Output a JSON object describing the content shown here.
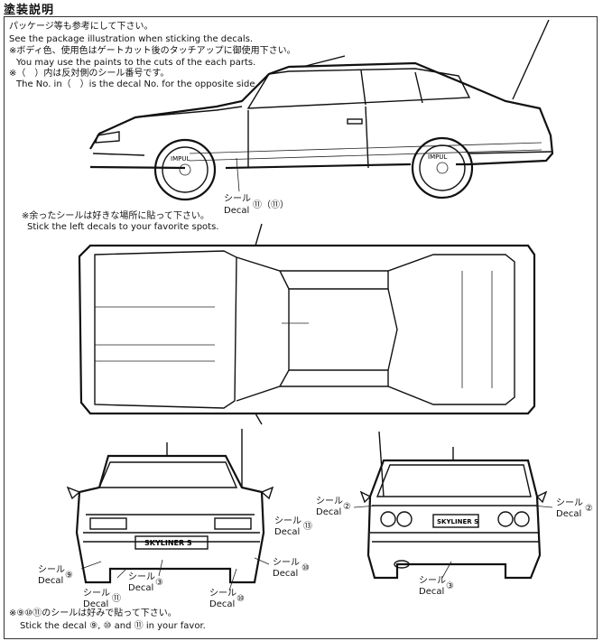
{
  "title": "塗装説明",
  "intro": {
    "line1": "パッケージ等も参考にして下さい。",
    "line2": "See the package illustration when sticking the decals.",
    "line3": "※ボディ色、使用色はゲートカット後のタッチアップに御使用下さい。",
    "line4": "You may use the paints to the cuts of the each parts.",
    "line5": "※（　）内は反対側のシール番号です。",
    "line6": "The No. in（　）is the decal No. for the opposite side."
  },
  "side_label": {
    "jp": "シール",
    "en": "Decal",
    "num": "⑪（⑪）"
  },
  "leftover": {
    "jp": "※余ったシールは好きな場所に貼って下さい。",
    "en": "Stick the left decals to your favorite spots."
  },
  "front_labels": {
    "l9": {
      "jp": "シール",
      "en": "Decal",
      "num": "⑨"
    },
    "l11a": {
      "jp": "シール",
      "en": "Decal",
      "num": "⑪"
    },
    "l3": {
      "jp": "シール",
      "en": "Decal",
      "num": "③"
    },
    "l10a": {
      "jp": "シール",
      "en": "Decal",
      "num": "⑩"
    },
    "l13": {
      "jp": "シール",
      "en": "Decal",
      "num": "⑬"
    },
    "l10b": {
      "jp": "シール",
      "en": "Decal",
      "num": "⑩"
    }
  },
  "rear_labels": {
    "l2a": {
      "jp": "シール",
      "en": "Decal",
      "num": "②"
    },
    "l2b": {
      "jp": "シール",
      "en": "Decal",
      "num": "②"
    },
    "l3": {
      "jp": "シール",
      "en": "Decal",
      "num": "③"
    }
  },
  "badges": {
    "front": "SKYLINER S",
    "rear": "SKYLINER S",
    "wheel": "IMPUL"
  },
  "footer": {
    "jp": "※⑨⑩⑪のシールは好みで貼って下さい。",
    "en": "Stick the decal ⑨, ⑩ and ⑪ in your favor."
  }
}
